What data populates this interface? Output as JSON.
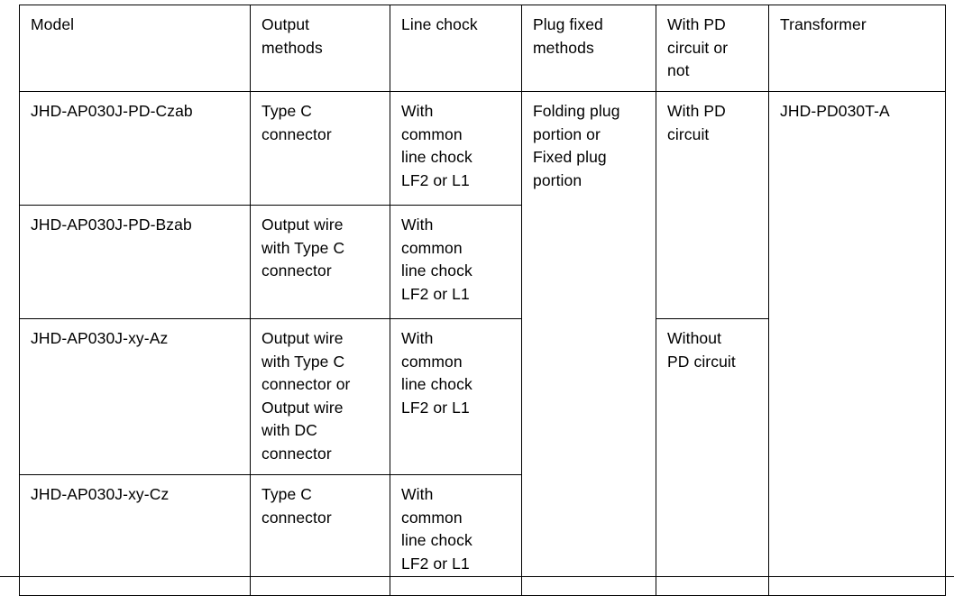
{
  "table": {
    "name": "model-specification-table",
    "columns": [
      {
        "key": "model",
        "header": "Model"
      },
      {
        "key": "output",
        "header": "Output\nmethods"
      },
      {
        "key": "chock",
        "header": "Line chock"
      },
      {
        "key": "plug",
        "header": "Plug fixed\nmethods"
      },
      {
        "key": "pd",
        "header": "With PD\ncircuit or\nnot"
      },
      {
        "key": "transformer",
        "header": "Transformer"
      }
    ],
    "rows": [
      {
        "model": "JHD-AP030J-PD-Czab",
        "output": "Type C\nconnector",
        "chock": "With\ncommon\nline chock\nLF2 or L1"
      },
      {
        "model": "JHD-AP030J-PD-Bzab",
        "output": "Output wire\nwith Type C\nconnector",
        "chock": "With\ncommon\nline chock\nLF2 or L1"
      },
      {
        "model": "JHD-AP030J-xy-Az",
        "output": "Output wire\nwith Type C\nconnector or\nOutput wire\nwith DC\nconnector",
        "chock": "With\ncommon\nline chock\nLF2 or L1"
      },
      {
        "model": "JHD-AP030J-xy-Cz",
        "output": "Type C\nconnector",
        "chock": "With\ncommon\nline chock\nLF2 or L1"
      }
    ],
    "merged": {
      "plug_fixed_methods": "Folding plug\nportion or\nFixed plug\nportion",
      "pd_with": "With PD\ncircuit",
      "pd_without": "Without\nPD circuit",
      "transformer": "JHD-PD030T-A"
    },
    "colors": {
      "border": "#000000",
      "text": "#000000",
      "background": "#ffffff"
    }
  }
}
